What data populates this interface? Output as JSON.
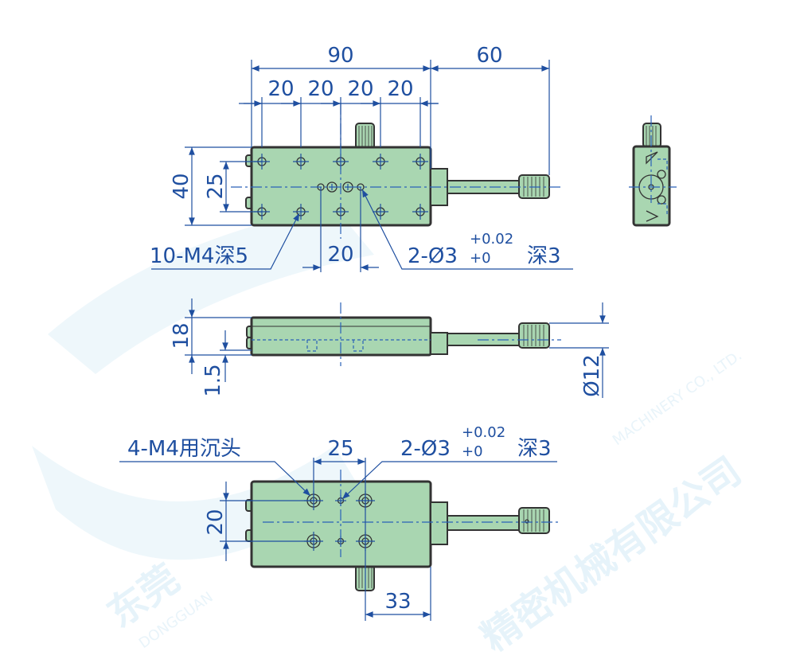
{
  "watermark": {
    "cn_left": "东莞",
    "cn_right": "精密机械有限公司",
    "en_left": "DONGGUAN",
    "en_right": "MACHINERY CO., LTD."
  },
  "colors": {
    "dimension": "#1f4fa0",
    "body_fill": "#a9d6b1",
    "outline": "#333333"
  },
  "top_view": {
    "overall_length": "90",
    "shaft_length": "60",
    "pitch": [
      "20",
      "20",
      "20",
      "20"
    ],
    "width": "40",
    "hole_span": "25",
    "tap_note": "10-M4深5",
    "pin_spacing": "20",
    "pin_note": {
      "prefix": "2-Ø3",
      "tol_upper": "+0.02",
      "tol_lower": "+0",
      "suffix": "深3"
    }
  },
  "side_view": {
    "height": "18",
    "offset": "1.5",
    "knob_dia": "Ø12"
  },
  "bottom_view": {
    "counterbore_note": "4-M4用沉头",
    "hole_span_x": "25",
    "pin_note": {
      "prefix": "2-Ø3",
      "tol_upper": "+0.02",
      "tol_lower": "+0",
      "suffix": "深3"
    },
    "hole_span_y": "20",
    "knob_offset": "33"
  }
}
